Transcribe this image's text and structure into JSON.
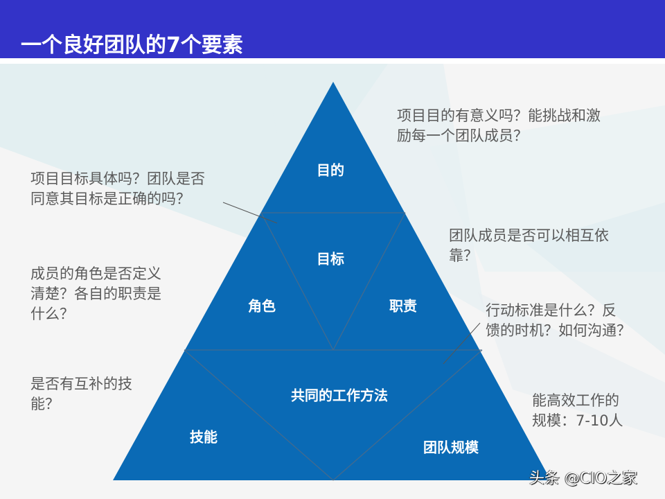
{
  "header": {
    "title": "一个良好团队的7个要素",
    "background_color": "#3333c8"
  },
  "pyramid": {
    "color": "#0a6ab5",
    "tiers": {
      "top": {
        "label": "目的"
      },
      "middle": {
        "center": "目标",
        "left": "角色",
        "right": "职责"
      },
      "bottom": {
        "center": "共同的工作方法",
        "left": "技能",
        "right": "团队规模"
      }
    }
  },
  "notes": {
    "purpose": "项目目的有意义吗？能挑战和激\n励每一个团队成员？",
    "goals": "项目目标具体吗？团队是否\n同意其目标是正确的吗？",
    "responsibility_trust": "团队成员是否可以相互依\n靠？",
    "roles": "成员的角色是否定义\n清楚？各自的职责是\n什么？",
    "methods": "行动标准是什么？反\n馈的时机？如何沟通？",
    "skills": "是否有互补的技\n能？",
    "size": "能高效工作的\n规模：7-10人"
  },
  "watermark": "头条 @CIO之家"
}
